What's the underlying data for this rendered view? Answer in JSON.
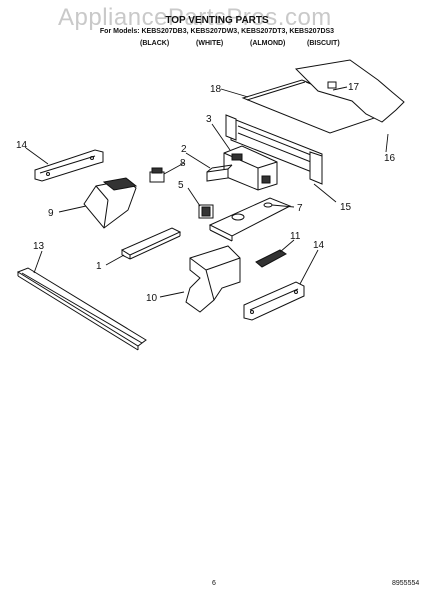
{
  "watermark": "AppliancePartsPros.com",
  "header": {
    "title": "TOP VENTING PARTS",
    "models": "For Models: KEBS207DB3, KEBS207DW3, KEBS207DT3, KEBS207DS3",
    "variants": [
      "(BLACK)",
      "(WHITE)",
      "(ALMOND)",
      "(BISCUIT)"
    ]
  },
  "callouts": [
    "1",
    "2",
    "3",
    "5",
    "7",
    "8",
    "9",
    "10",
    "11",
    "13",
    "14",
    "14",
    "15",
    "16",
    "17",
    "18"
  ],
  "footer": {
    "page_number": "6",
    "diagram_id": "8955554"
  },
  "colors": {
    "line": "#111111",
    "fill": "#ffffff",
    "shade": "#555555"
  }
}
